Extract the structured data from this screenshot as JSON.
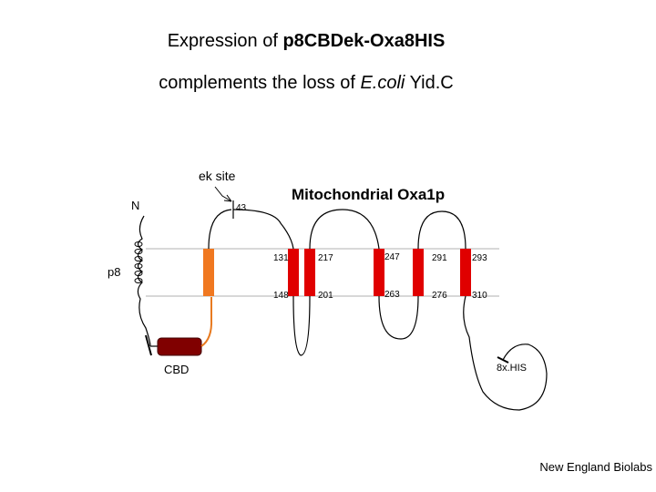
{
  "title": {
    "line1_prefix": "Expression of ",
    "line1_bold": "p8CBDek-Oxa8HIS",
    "line2_prefix": "complements the loss of ",
    "line2_italic": "E.coli",
    "line2_suffix": " Yid.C"
  },
  "labels": {
    "ek_site": "ek site",
    "n_terminus": "N",
    "residue_43": "43",
    "protein_name": "Mitochondrial Oxa1p",
    "p8": "p8",
    "cbd": "CBD",
    "his_tag": "8x.HIS"
  },
  "residues_top": [
    "131",
    "217",
    "247",
    "291",
    "293"
  ],
  "residues_bottom": [
    "148",
    "201",
    "263",
    "276",
    "310"
  ],
  "colors": {
    "tm_helix": "#e00000",
    "p8_helix": "#f07820",
    "cbd_box": "#800000",
    "p8_linker": "#e87a20"
  },
  "footer": "New England Biolabs"
}
